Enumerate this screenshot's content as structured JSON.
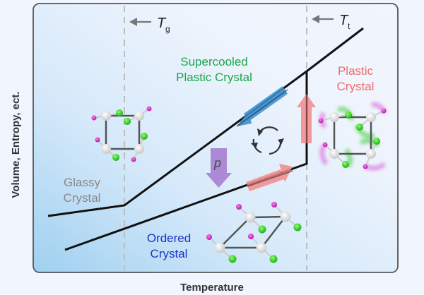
{
  "axes": {
    "xlabel": "Temperature",
    "ylabel": "Volume, Entropy, ect."
  },
  "markers": {
    "tg": {
      "symbol": "T",
      "subscript": "g"
    },
    "tt": {
      "symbol": "T",
      "subscript": "t"
    }
  },
  "regions": {
    "supercooled": {
      "line1": "Supercooled",
      "line2": "Plastic Crystal",
      "color": "#1aa64a"
    },
    "plastic": {
      "line1": "Plastic",
      "line2": "Crystal",
      "color": "#f06a6e"
    },
    "glassy": {
      "line1": "Glassy",
      "line2": "Crystal",
      "color": "#888888"
    },
    "ordered": {
      "line1": "Ordered",
      "line2": "Crystal",
      "color": "#1a33cc"
    }
  },
  "pressure_label": "p",
  "colors": {
    "cooling_arrow": "#3b8fd0",
    "heating_arrow": "#f58a8a",
    "pressure_arrow": "#a77fd0",
    "carbon_atom": "#d8d8d8",
    "green_atom": "#22cc22",
    "magenta_atom": "#d61fc8",
    "curve": "#111111"
  }
}
